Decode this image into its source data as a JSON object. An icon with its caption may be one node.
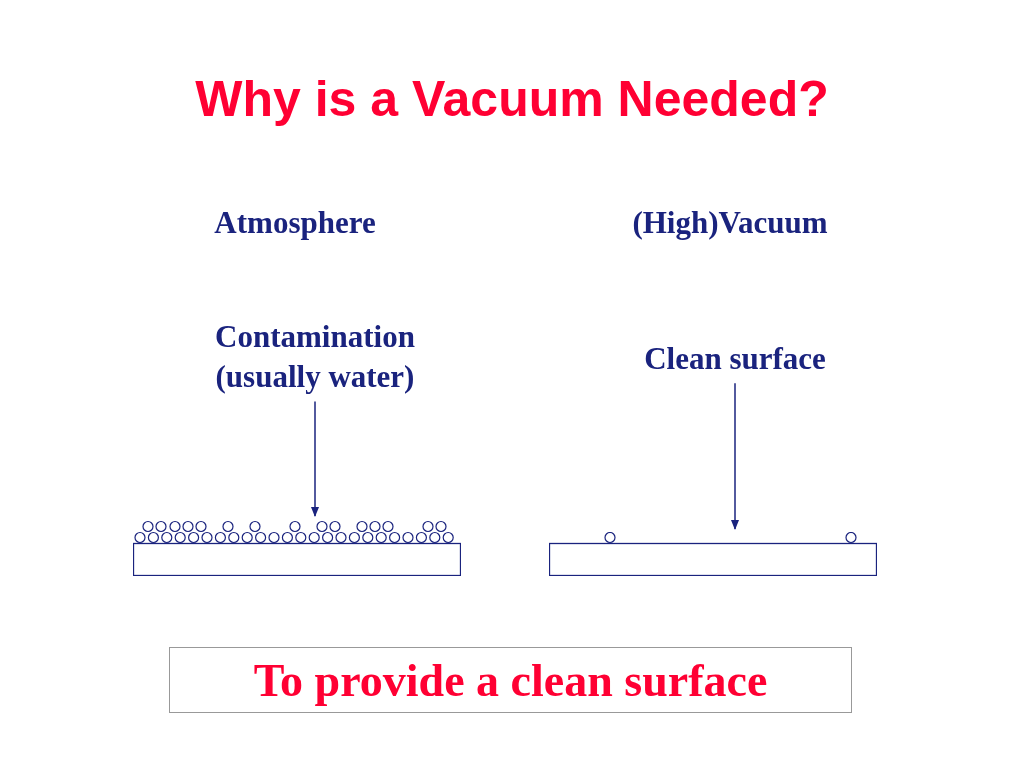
{
  "diagram": {
    "title": "Why is a Vacuum Needed?",
    "nodes": [
      {
        "text": [
          "Contamination (usually water)"
        ]
      },
      {
        "text": [],
        "shape": "box"
      },
      {
        "text": [
          "Clean surface"
        ]
      },
      {
        "text": [],
        "shape": "box"
      },
      {
        "text": [
          "To provide a clean surface"
        ]
      }
    ],
    "edges": [
      {
        "from": 0,
        "to": 1,
        "arrow": "to"
      },
      {
        "from": 2,
        "to": 3,
        "arrow": "to"
      }
    ],
    "labels": [
      "Atmosphere",
      "(High)Vacuum"
    ]
  }
}
